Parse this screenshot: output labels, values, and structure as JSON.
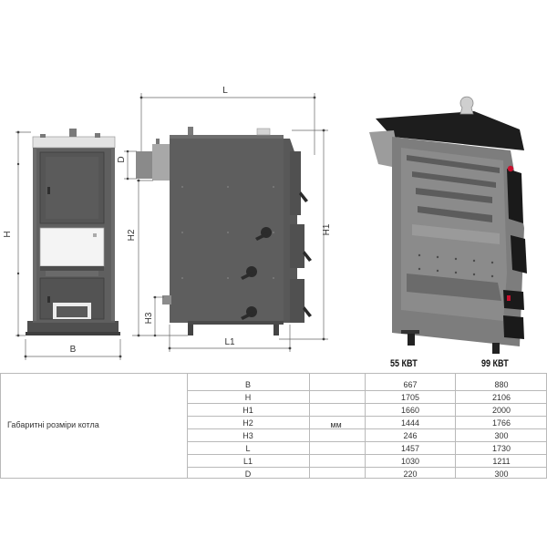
{
  "drawing": {
    "dimension_labels": {
      "b": "B",
      "h": "H",
      "l": "L",
      "d": "D",
      "h1": "H1",
      "h2": "H2",
      "h3": "H3",
      "l1": "L1"
    }
  },
  "table": {
    "models": [
      "55 КВТ",
      "99 КВТ"
    ],
    "description": "Габаритні розміри котла",
    "unit": "мм",
    "rows": [
      {
        "param": "B",
        "v1": "667",
        "v2": "880"
      },
      {
        "param": "H",
        "v1": "1705",
        "v2": "2106"
      },
      {
        "param": "H1",
        "v1": "1660",
        "v2": "2000"
      },
      {
        "param": "H2",
        "v1": "1444",
        "v2": "1766"
      },
      {
        "param": "H3",
        "v1": "246",
        "v2": "300"
      },
      {
        "param": "L",
        "v1": "1457",
        "v2": "1730"
      },
      {
        "param": "L1",
        "v1": "1030",
        "v2": "1211"
      },
      {
        "param": "D",
        "v1": "220",
        "v2": "300"
      }
    ]
  },
  "colors": {
    "body": "#5e5e5e",
    "door": "#4a4a4a",
    "lid": "#d9d9d9",
    "accent": "#c8102e"
  }
}
